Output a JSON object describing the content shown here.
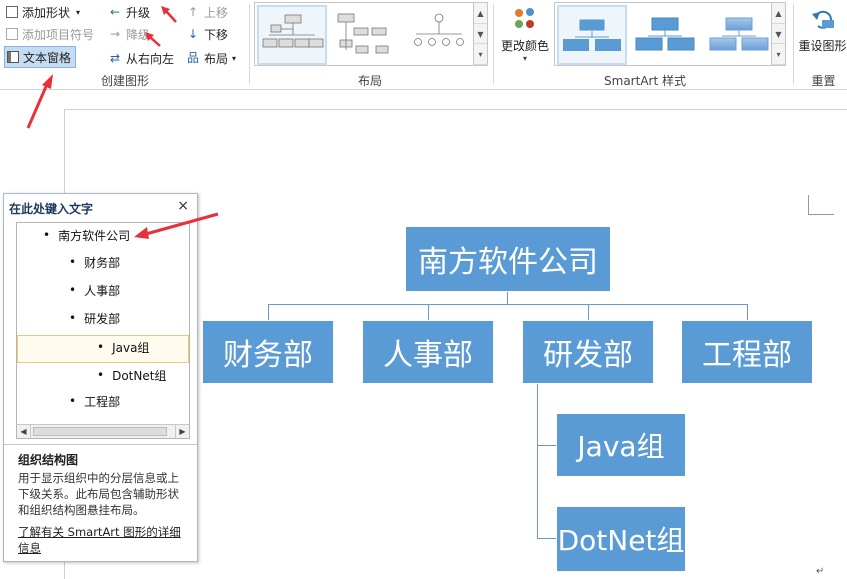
{
  "ribbon": {
    "create_graphic": {
      "add_shape": "添加形状",
      "add_bullet": "添加项目符号",
      "text_pane": "文本窗格",
      "promote": "升级",
      "demote": "降级",
      "right_to_left": "从右向左",
      "move_up": "上移",
      "move_down": "下移",
      "layout": "布局",
      "group_label": "创建图形"
    },
    "layouts": {
      "group_label": "布局"
    },
    "styles": {
      "change_colors": "更改颜色",
      "group_label": "SmartArt 样式"
    },
    "reset": {
      "reset_graphic": "重设图形",
      "group_label": "重置"
    }
  },
  "text_pane": {
    "title": "在此处键入文字",
    "close": "×",
    "items": [
      {
        "text": "南方软件公司",
        "level": 1
      },
      {
        "text": "财务部",
        "level": 2
      },
      {
        "text": "人事部",
        "level": 2
      },
      {
        "text": "研发部",
        "level": 2
      },
      {
        "text": "Java组",
        "level": 3
      },
      {
        "text": "DotNet组",
        "level": 3
      },
      {
        "text": "工程部",
        "level": 2
      }
    ],
    "desc_title": "组织结构图",
    "desc_body": "用于显示组织中的分层信息或上下级关系。此布局包含辅助形状和组织结构图悬挂布局。",
    "desc_link": "了解有关 SmartArt 图形的详细信息"
  },
  "org_chart": {
    "root": "南方软件公司",
    "departments": [
      "财务部",
      "人事部",
      "研发部",
      "工程部"
    ],
    "rd_teams": [
      "Java组",
      "DotNet组"
    ]
  },
  "colors": {
    "shape_fill": "#5b9bd5",
    "connector": "#6a98c8",
    "annotation": "#e8303a"
  }
}
